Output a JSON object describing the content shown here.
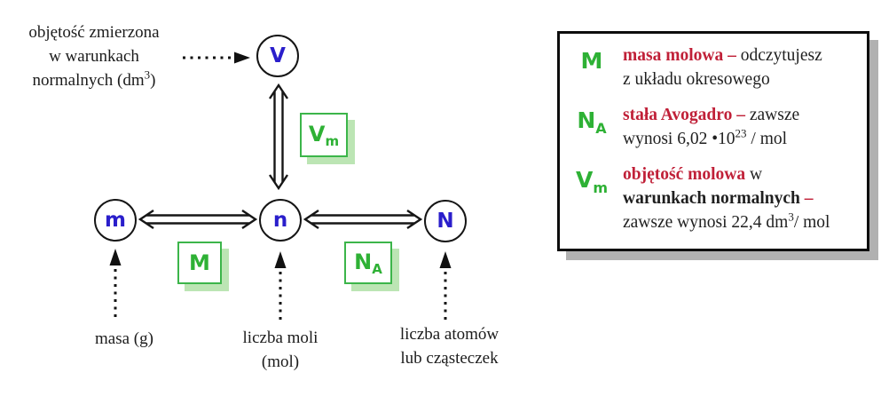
{
  "colors": {
    "node_letter_blue": "#2a1ecb",
    "factor_green": "#2eb135",
    "factor_box_border": "#3cb54a",
    "factor_box_shadow": "#bce5b4",
    "term_red": "#c02038",
    "legend_shadow_gray": "#b1b1b1"
  },
  "diagram": {
    "node_v": "V",
    "node_m": "m",
    "node_n": "n",
    "node_nn": "N",
    "box_vm_base": "V",
    "box_vm_sub": "m",
    "box_m_base": "M",
    "box_na_base": "N",
    "box_na_sub": "A",
    "label_volume_l1": "objętość zmierzona",
    "label_volume_l2": "w warunkach",
    "label_volume_l3_pre": "normalnych (dm",
    "label_volume_l3_sup": "3",
    "label_volume_l3_post": ")",
    "label_mass": "masa (g)",
    "label_moles_l1": "liczba moli",
    "label_moles_l2": "(mol)",
    "label_atoms_l1": "liczba atomów",
    "label_atoms_l2": "lub cząsteczek"
  },
  "legend": {
    "rows": [
      {
        "sym": "M",
        "sym_sub": "",
        "term": "masa molowa –",
        "after_term": " odczytujesz",
        "line2": "z układu okresowego"
      },
      {
        "sym": "N",
        "sym_sub": "A",
        "term": "stała Avogadro –",
        "after_term": " zawsze",
        "line2_pre": "wynosi 6,02 •10",
        "line2_sup": "23",
        "line2_post": " / mol"
      },
      {
        "sym": "V",
        "sym_sub": "m",
        "term": "objętość molowa",
        "after_term": " w",
        "line2_bold": "warunkach normalnych",
        "line2_dash": " –",
        "line3_pre": "zawsze wynosi 22,4 dm",
        "line3_sup": "3",
        "line3_post": "/ mol"
      }
    ]
  }
}
